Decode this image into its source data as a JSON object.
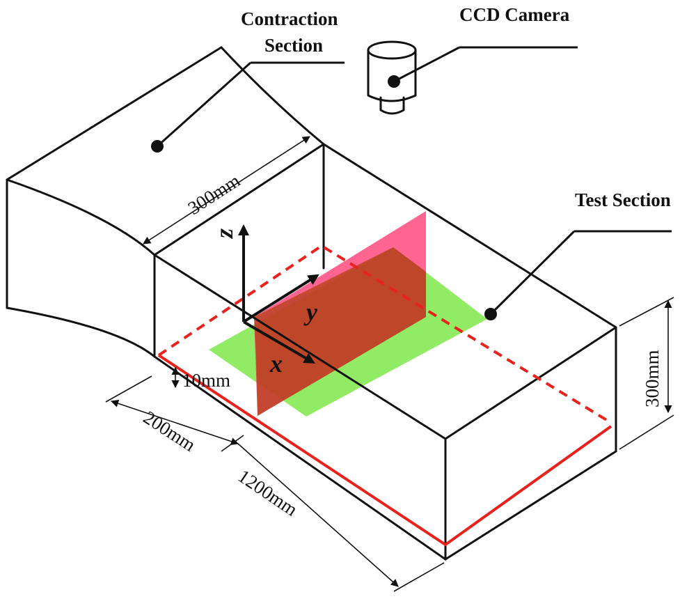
{
  "labels": {
    "contraction_line1": "Contraction",
    "contraction_line2": "Section",
    "camera": "CCD Camera",
    "test_section": "Test Section"
  },
  "dimensions": {
    "width_top": "300mm",
    "height_right": "300mm",
    "offset_bottom": "10mm",
    "length_front": "200mm",
    "length_total": "1200mm"
  },
  "axes": {
    "x": "x",
    "y": "y",
    "z": "z"
  },
  "colors": {
    "laser_sheet_vertical": "#ff3a6e",
    "laser_sheet_horizontal": "#7ee84a",
    "laser_outline": "#e8221c",
    "lines": "#111111"
  }
}
